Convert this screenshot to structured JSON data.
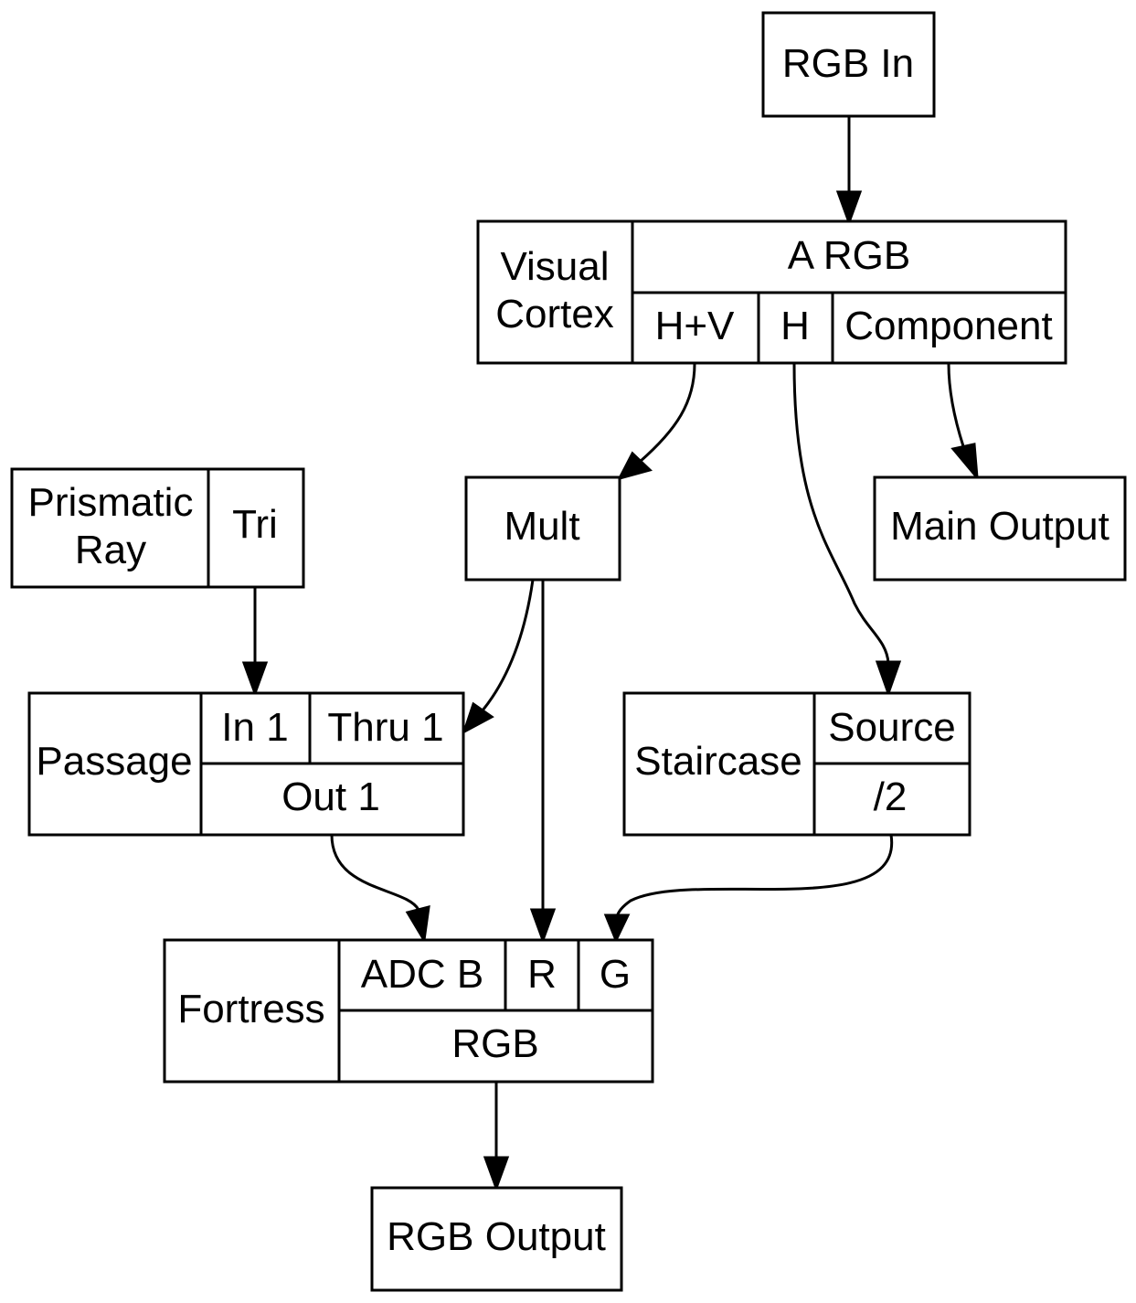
{
  "nodes": {
    "rgb_in": {
      "label": "RGB In"
    },
    "visual_cortex": {
      "label_line1": "Visual",
      "label_line2": "Cortex",
      "ports": {
        "a_rgb": "A RGB",
        "hv": "H+V",
        "h": "H",
        "component": "Component"
      }
    },
    "prismatic_ray": {
      "label_line1": "Prismatic",
      "label_line2": "Ray",
      "ports": {
        "tri": "Tri"
      }
    },
    "mult": {
      "label": "Mult"
    },
    "main_output": {
      "label": "Main Output"
    },
    "passage": {
      "label": "Passage",
      "ports": {
        "in1": "In 1",
        "thru1": "Thru 1",
        "out1": "Out 1"
      }
    },
    "staircase": {
      "label": "Staircase",
      "ports": {
        "source": "Source",
        "div2": "/2"
      }
    },
    "fortress": {
      "label": "Fortress",
      "ports": {
        "adc_b": "ADC B",
        "r": "R",
        "g": "G",
        "rgb": "RGB"
      }
    },
    "rgb_output": {
      "label": "RGB Output"
    }
  },
  "edges": [
    {
      "from": "RGB In",
      "to": "Visual Cortex : A RGB"
    },
    {
      "from": "Visual Cortex : H+V",
      "to": "Mult"
    },
    {
      "from": "Visual Cortex : H",
      "to": "Staircase : Source"
    },
    {
      "from": "Visual Cortex : Component",
      "to": "Main Output"
    },
    {
      "from": "Prismatic Ray : Tri",
      "to": "Passage : In 1"
    },
    {
      "from": "Mult",
      "to": "Passage : Thru 1"
    },
    {
      "from": "Mult",
      "to": "Fortress : R"
    },
    {
      "from": "Passage : Out 1",
      "to": "Fortress : ADC B"
    },
    {
      "from": "Staircase : /2",
      "to": "Fortress : G"
    },
    {
      "from": "Fortress : RGB",
      "to": "RGB Output"
    }
  ]
}
